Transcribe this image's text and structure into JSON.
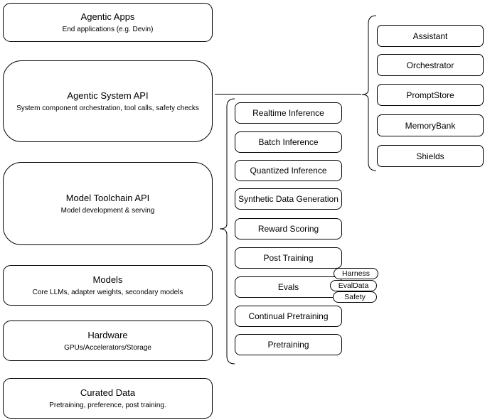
{
  "diagram": {
    "left_column": {
      "boxes": [
        {
          "title": "Agentic Apps",
          "subtitle": "End applications (e.g. Devin)"
        },
        {
          "title": "Agentic System API",
          "subtitle": "System component orchestration, tool calls, safety checks"
        },
        {
          "title": "Model Toolchain API",
          "subtitle": "Model development & serving"
        },
        {
          "title": "Models",
          "subtitle": "Core LLMs, adapter weights, secondary models"
        },
        {
          "title": "Hardware",
          "subtitle": "GPUs/Accelerators/Storage"
        },
        {
          "title": "Curated Data",
          "subtitle": "Pretraining, preference, post training."
        }
      ]
    },
    "middle_group": {
      "items": [
        "Realtime Inference",
        "Batch Inference",
        "Quantized Inference",
        "Synthetic Data Generation",
        "Reward Scoring",
        "Post Training",
        "Evals",
        "Continual Pretraining",
        "Pretraining"
      ],
      "eval_tags": [
        "Harness",
        "EvalData",
        "Safety"
      ]
    },
    "right_group": {
      "items": [
        "Assistant",
        "Orchestrator",
        "PromptStore",
        "MemoryBank",
        "Shields"
      ]
    },
    "colors": {
      "stroke": "#000000",
      "fill": "#ffffff",
      "background": "#ffffff",
      "text": "#000000"
    }
  }
}
